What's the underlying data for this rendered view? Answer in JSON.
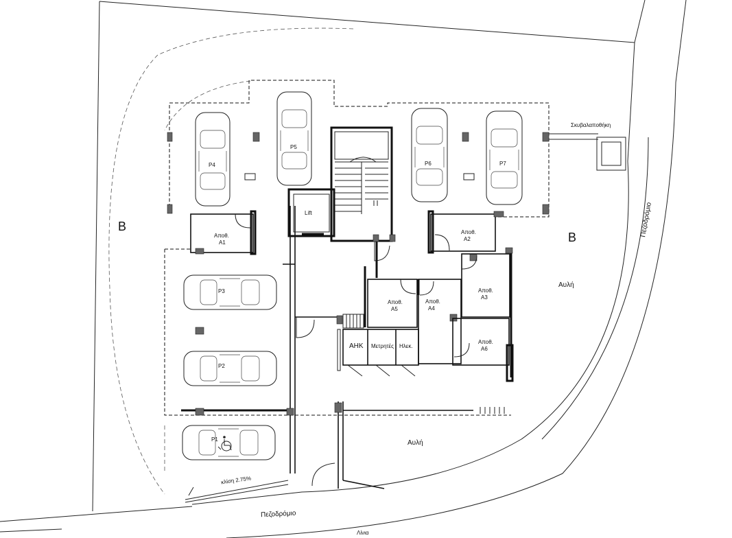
{
  "plan": {
    "zones": {
      "left": "B",
      "right": "B"
    },
    "parking": [
      "P1",
      "P2",
      "P3",
      "P4",
      "P5",
      "P6",
      "P7"
    ],
    "lift": "Lift",
    "storage": [
      {
        "line1": "Αποθ.",
        "line2": "A1"
      },
      {
        "line1": "Αποθ.",
        "line2": "A2"
      },
      {
        "line1": "Αποθ.",
        "line2": "A3"
      },
      {
        "line1": "Αποθ.",
        "line2": "A4"
      },
      {
        "line1": "Αποθ.",
        "line2": "A5"
      },
      {
        "line1": "Αποθ.",
        "line2": "A6"
      }
    ],
    "service_rooms": {
      "ahk": "ΑΗΚ",
      "meters": "Μετρητές",
      "electrical": "Ηλεκ."
    },
    "yards": {
      "upper": "Αυλή",
      "lower": "Αυλή"
    },
    "refuse": "Σκυβαλαποθήκη",
    "slope": "κλίση 2.75%",
    "sidewalk_bottom": "Πεζοδρόμιο",
    "sidewalk_right": "Πεζοδρόμιο",
    "street": "Λίνια"
  }
}
